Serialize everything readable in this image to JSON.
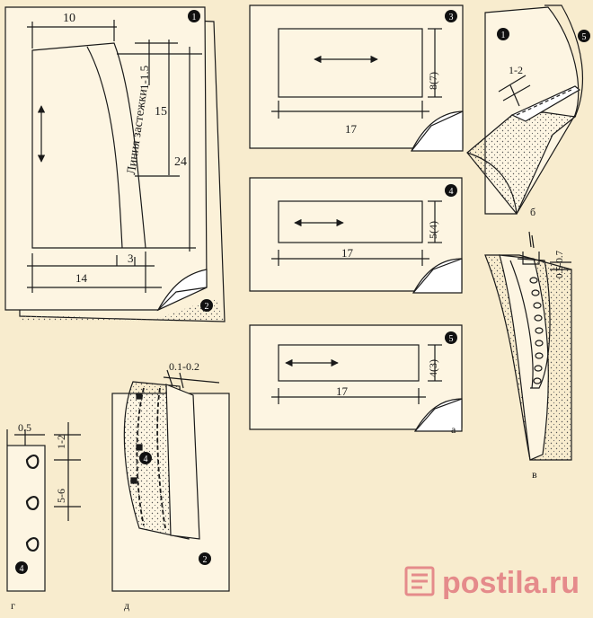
{
  "figure_labels": {
    "a": "а",
    "b": "б",
    "v": "в",
    "g": "г",
    "d": "д"
  },
  "markers": {
    "m1": "1",
    "m2": "2",
    "m3": "3",
    "m4": "4",
    "m5": "5"
  },
  "panel1": {
    "dim_top": "10",
    "dim_bottom": "14",
    "dim_small": "3",
    "dim_upper": "1-1.5",
    "dim_mid": "15",
    "dim_long": "24",
    "fastener_line_label": "Линия застежки"
  },
  "panel3": {
    "width": "17",
    "height": "8(7)"
  },
  "panel4": {
    "width": "17",
    "height": "5(4)"
  },
  "panel5": {
    "width": "17",
    "height": "4(3)"
  },
  "panel_b": {
    "overlap": "1-2"
  },
  "panel_v": {
    "offset": "0.5-0.7"
  },
  "panel_g": {
    "edge": "0.5",
    "top_gap": "1-2",
    "spacing": "5-6"
  },
  "panel_d": {
    "stitch": "0.1-0.2"
  },
  "watermark": {
    "text": "postila.ru"
  },
  "colors": {
    "background": "#f8ecce",
    "line": "#1a1a1a",
    "watermark": "#e58b8b"
  }
}
